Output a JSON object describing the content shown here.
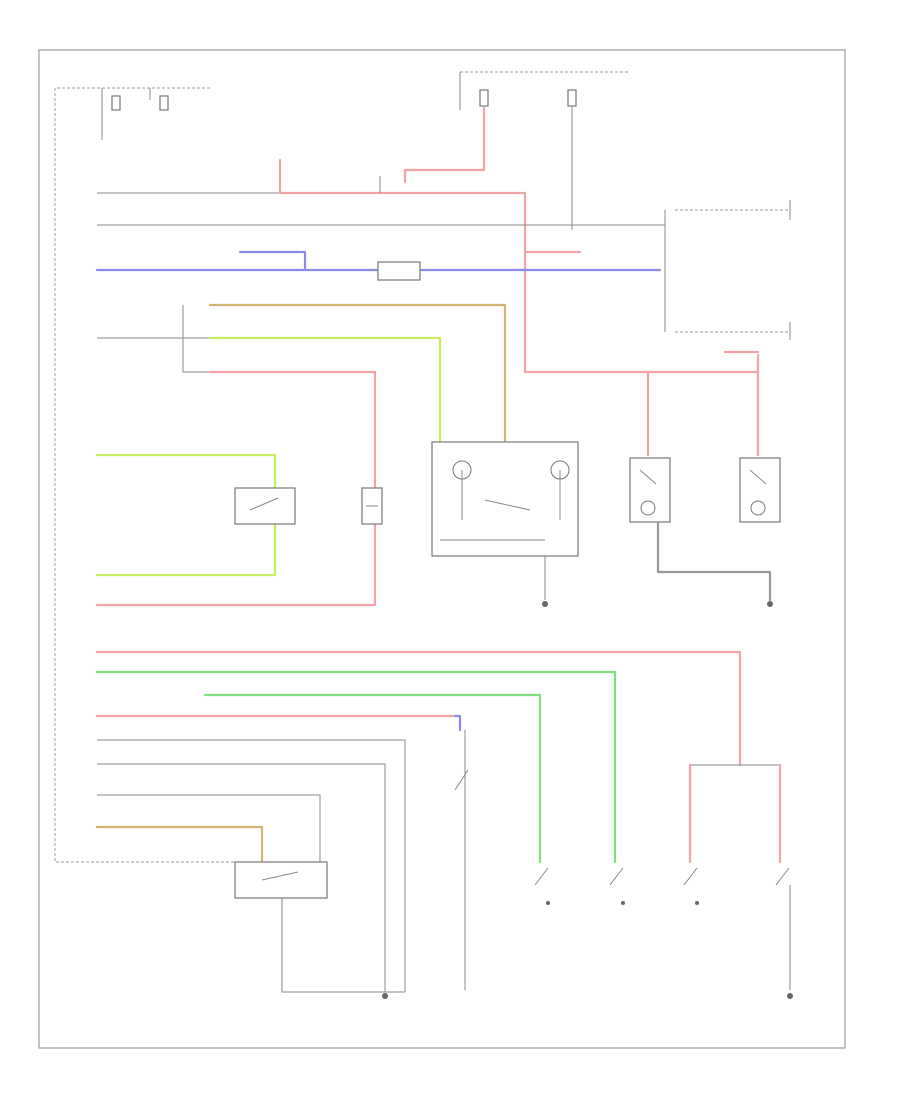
{
  "diagram": {
    "footer_code": "",
    "wire_colors": {
      "red": "#f4a3a8",
      "blue": "#8c8ce8",
      "green": "#7ee07e",
      "yellow_green": "#c6ee60",
      "brown": "#d2b473",
      "gray": "#9a9a9a",
      "light_green": "#aaf0aa"
    },
    "components": [
      {
        "id": "fuse-box-left",
        "icon": "fuse-icon"
      },
      {
        "id": "fuse-box-top",
        "icon": "fuse-icon"
      },
      {
        "id": "relay-control-unit",
        "icon": "relay-icon"
      },
      {
        "id": "combination-switch",
        "icon": "switch-icon"
      },
      {
        "id": "trunk-lamp",
        "icon": "lamp-icon"
      },
      {
        "id": "room-lamp",
        "icon": "lamp-icon"
      },
      {
        "id": "left-door-lamp",
        "icon": "lamp-icon"
      },
      {
        "id": "right-door-lamp",
        "icon": "lamp-icon"
      },
      {
        "id": "door-switches",
        "icon": "switch-icon"
      },
      {
        "id": "lock-switch",
        "icon": "switch-icon"
      },
      {
        "id": "ground-points",
        "icon": "ground-icon"
      }
    ]
  }
}
